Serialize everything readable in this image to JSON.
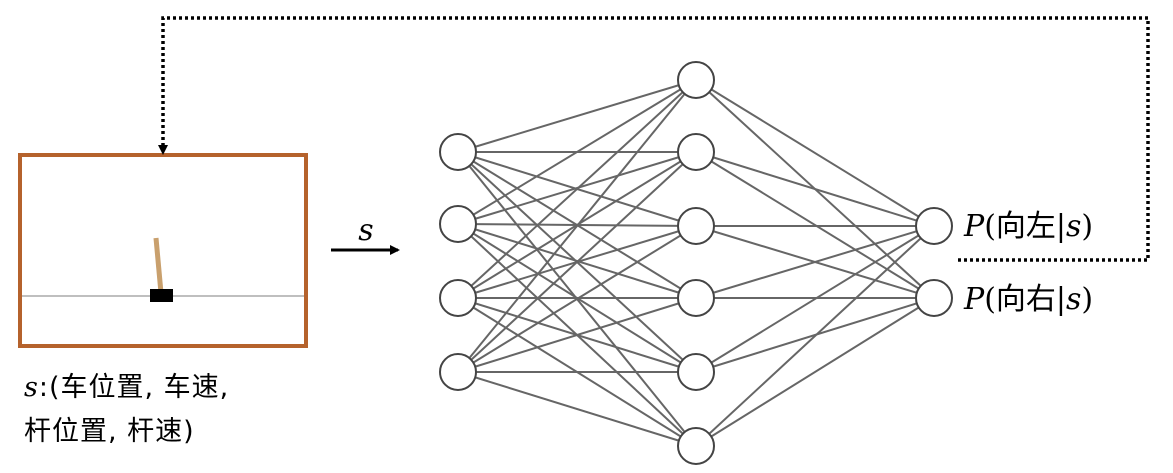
{
  "state_symbol": "s",
  "state_description": {
    "line1": ":(车位置, 车速,",
    "line2": "杆位置, 杆速)"
  },
  "arrow_label": "s",
  "outputs": [
    {
      "prefix": "P",
      "open": "(",
      "action": "向左",
      "bar": "|",
      "cond": "s",
      "close": ")"
    },
    {
      "prefix": "P",
      "open": "(",
      "action": "向右",
      "bar": "|",
      "cond": "s",
      "close": ")"
    }
  ],
  "network": {
    "layer_sizes": [
      4,
      6,
      2
    ]
  },
  "colors": {
    "frame_border": "#b5622c",
    "pole": "#c9a06d",
    "cart": "#000000",
    "edge": "#666666",
    "node_stroke": "#444444",
    "feedback_line": "#000000"
  }
}
